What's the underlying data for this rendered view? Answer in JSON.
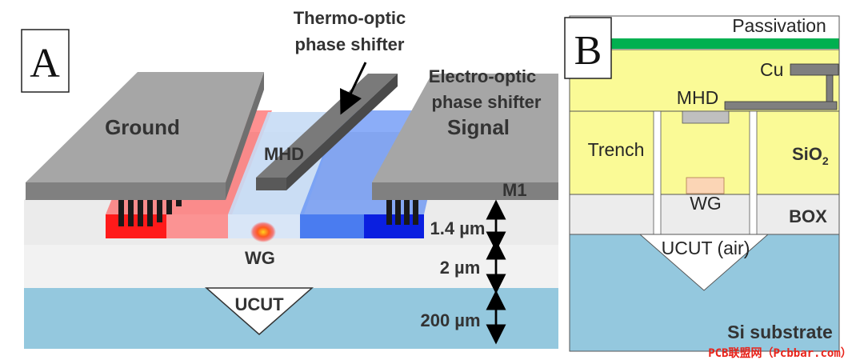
{
  "panel_a": {
    "label": "A",
    "thermo_optic_label": [
      "Thermo-optic",
      "phase shifter"
    ],
    "electro_optic_label": [
      "Electro-optic",
      "phase shifter"
    ],
    "ground_label": "Ground",
    "signal_label": "Signal",
    "mhd_label": "MHD",
    "m1_label": "M1",
    "wg_label": "WG",
    "ucut_label": "UCUT",
    "dimensions": [
      "1.4 µm",
      "2 µm",
      "200 µm"
    ]
  },
  "panel_b": {
    "label": "B",
    "passivation_label": "Passivation",
    "cu_label": "Cu",
    "mhd_label": "MHD",
    "trench_label": "Trench",
    "sio2_label": "SiO",
    "sio2_subscript": "2",
    "wg_label": "WG",
    "box_label": "BOX",
    "ucut_label": "UCUT (air)",
    "substrate_label": "Si substrate"
  },
  "watermark": "PCB联盟网（Pcbbar.com）",
  "colors": {
    "substrate": "#94c8de",
    "box_layer": "#ececec",
    "oxide_yellow": "#fafa96",
    "passivation": "#00b050",
    "metal_gray": "#7f7f7f",
    "doped_red": "#ff2020",
    "doped_blue": "#2e5ef0",
    "wg_pad": "#fbd5b5"
  }
}
